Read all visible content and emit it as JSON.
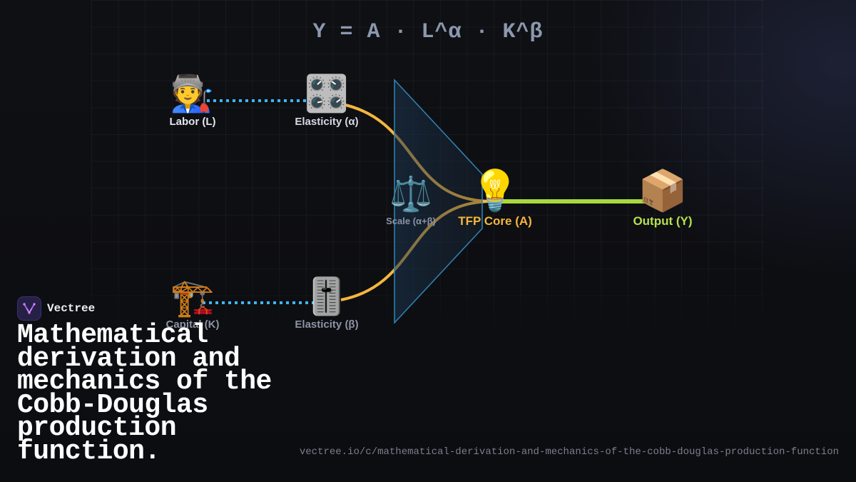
{
  "formula": "Y = A · L^α · K^β",
  "nodes": {
    "labor": {
      "icon": "🧑‍🏭",
      "icon_name": "worker-icon",
      "label": "Labor (L)"
    },
    "elasticity_alpha": {
      "icon": "🎛️",
      "icon_name": "control-knobs-icon",
      "label": "Elasticity (α)"
    },
    "capital": {
      "icon": "🏗️",
      "icon_name": "construction-crane-icon",
      "label": "Capital (K)"
    },
    "elasticity_beta": {
      "icon": "🎚️",
      "icon_name": "level-slider-icon",
      "label": "Elasticity (β)"
    },
    "scale": {
      "icon": "⚖️",
      "icon_name": "balance-scale-icon",
      "label": "Scale (α+β)"
    },
    "tfp": {
      "icon": "💡",
      "icon_name": "light-bulb-icon",
      "label": "TFP Core (A)"
    },
    "output": {
      "icon": "📦",
      "icon_name": "package-icon",
      "label": "Output (Y)"
    }
  },
  "colors": {
    "dotted_link": "#3fb6f0",
    "elasticity_curve": "#f4b63d",
    "output_link": "#a6d93a",
    "prism_stroke": "#2f86b8",
    "tfp_label": "#f4b63d",
    "output_label": "#b5e04f"
  },
  "brand": {
    "name": "Vectree"
  },
  "headline": "Mathematical derivation and mechanics of the Cobb-Douglas production function.",
  "url": "vectree.io/c/mathematical-derivation-and-mechanics-of-the-cobb-douglas-production-function"
}
